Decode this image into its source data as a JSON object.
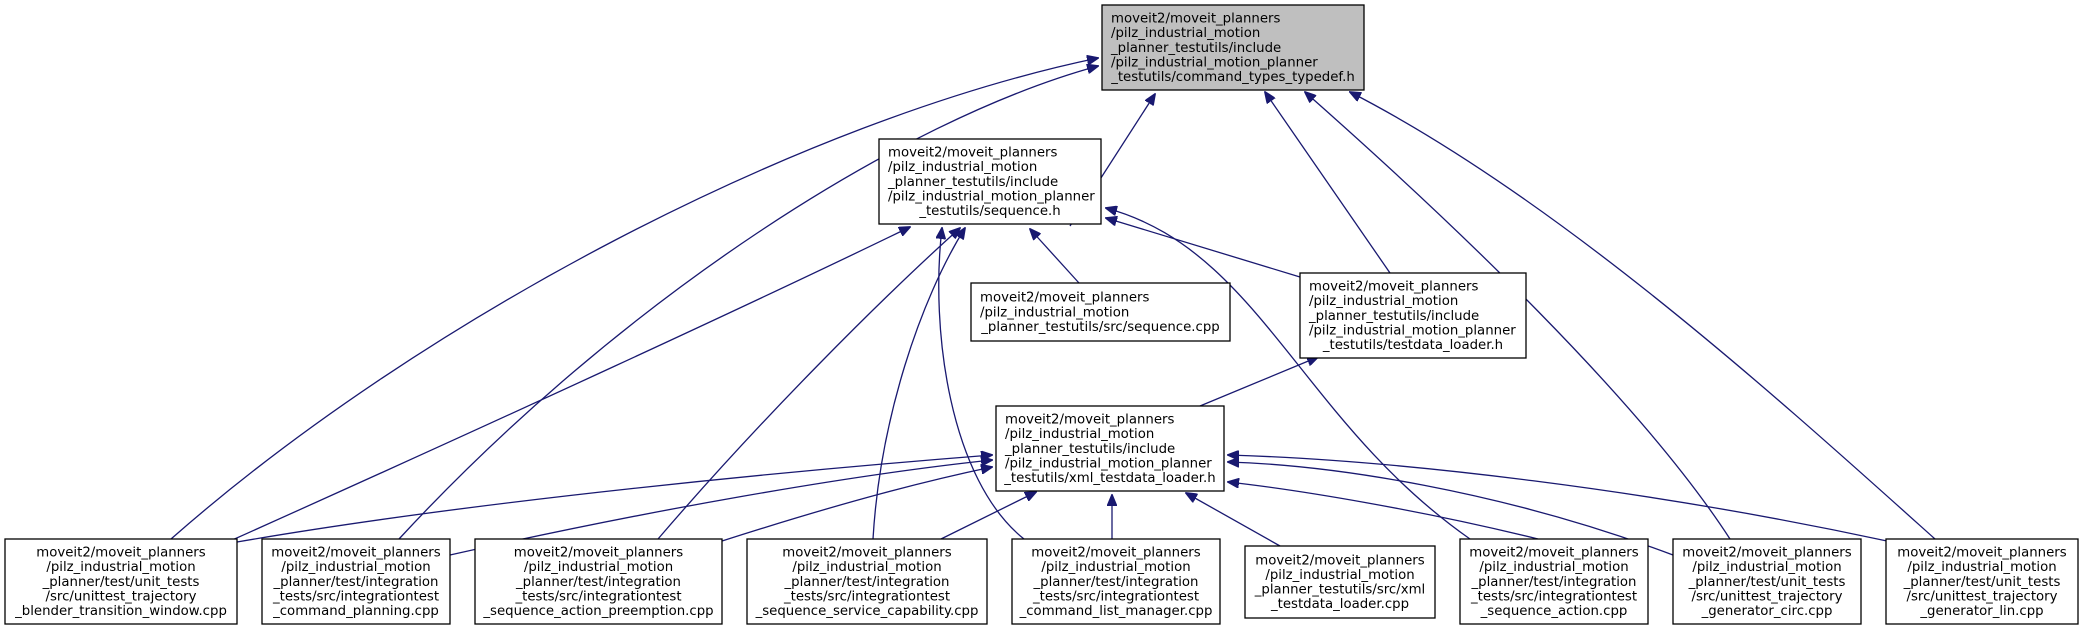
{
  "graph": {
    "colors": {
      "edge": "#191970",
      "node_fill": "#ffffff",
      "focus_fill": "#bfbfbf",
      "border": "#000000"
    },
    "nodes": [
      {
        "id": "n0",
        "focus": true,
        "lines": [
          "moveit2/moveit_planners",
          "/pilz_industrial_motion",
          "_planner_testutils/include",
          "/pilz_industrial_motion_planner",
          "_testutils/command_types_typedef.h"
        ]
      },
      {
        "id": "n1",
        "lines": [
          "moveit2/moveit_planners",
          "/pilz_industrial_motion",
          "_planner_testutils/include",
          "/pilz_industrial_motion_planner",
          "_testutils/sequence.h"
        ]
      },
      {
        "id": "n2",
        "lines": [
          "moveit2/moveit_planners",
          "/pilz_industrial_motion",
          "_planner_testutils/src/sequence.cpp"
        ]
      },
      {
        "id": "n3",
        "lines": [
          "moveit2/moveit_planners",
          "/pilz_industrial_motion",
          "_planner_testutils/include",
          "/pilz_industrial_motion_planner",
          "_testutils/testdata_loader.h"
        ]
      },
      {
        "id": "n4",
        "lines": [
          "moveit2/moveit_planners",
          "/pilz_industrial_motion",
          "_planner_testutils/include",
          "/pilz_industrial_motion_planner",
          "_testutils/xml_testdata_loader.h"
        ]
      },
      {
        "id": "b1",
        "lines": [
          "moveit2/moveit_planners",
          "/pilz_industrial_motion",
          "_planner/test/unit_tests",
          "/src/unittest_trajectory",
          "_blender_transition_window.cpp"
        ]
      },
      {
        "id": "b2",
        "lines": [
          "moveit2/moveit_planners",
          "/pilz_industrial_motion",
          "_planner/test/integration",
          "_tests/src/integrationtest",
          "_command_planning.cpp"
        ]
      },
      {
        "id": "b3",
        "lines": [
          "moveit2/moveit_planners",
          "/pilz_industrial_motion",
          "_planner/test/integration",
          "_tests/src/integrationtest",
          "_sequence_action_preemption.cpp"
        ]
      },
      {
        "id": "b4",
        "lines": [
          "moveit2/moveit_planners",
          "/pilz_industrial_motion",
          "_planner/test/integration",
          "_tests/src/integrationtest",
          "_sequence_service_capability.cpp"
        ]
      },
      {
        "id": "b5",
        "lines": [
          "moveit2/moveit_planners",
          "/pilz_industrial_motion",
          "_planner/test/integration",
          "_tests/src/integrationtest",
          "_command_list_manager.cpp"
        ]
      },
      {
        "id": "b6",
        "lines": [
          "moveit2/moveit_planners",
          "/pilz_industrial_motion",
          "_planner_testutils/src/xml",
          "_testdata_loader.cpp"
        ]
      },
      {
        "id": "b7",
        "lines": [
          "moveit2/moveit_planners",
          "/pilz_industrial_motion",
          "_planner/test/integration",
          "_tests/src/integrationtest",
          "_sequence_action.cpp"
        ]
      },
      {
        "id": "b8",
        "lines": [
          "moveit2/moveit_planners",
          "/pilz_industrial_motion",
          "_planner/test/unit_tests",
          "/src/unittest_trajectory",
          "_generator_circ.cpp"
        ]
      },
      {
        "id": "b9",
        "lines": [
          "moveit2/moveit_planners",
          "/pilz_industrial_motion",
          "_planner/test/unit_tests",
          "/src/unittest_trajectory",
          "_generator_lin.cpp"
        ]
      }
    ],
    "edges": [
      {
        "from": "n0",
        "to": "n1"
      },
      {
        "from": "n0",
        "to": "n3"
      },
      {
        "from": "n0",
        "to": "b1"
      },
      {
        "from": "n0",
        "to": "b2"
      },
      {
        "from": "n0",
        "to": "b8"
      },
      {
        "from": "n0",
        "to": "b9"
      },
      {
        "from": "n1",
        "to": "n2"
      },
      {
        "from": "n1",
        "to": "n3"
      },
      {
        "from": "n1",
        "to": "b1"
      },
      {
        "from": "n1",
        "to": "b3"
      },
      {
        "from": "n1",
        "to": "b4"
      },
      {
        "from": "n1",
        "to": "b5"
      },
      {
        "from": "n1",
        "to": "b7"
      },
      {
        "from": "n3",
        "to": "n4"
      },
      {
        "from": "n4",
        "to": "b1"
      },
      {
        "from": "n4",
        "to": "b2"
      },
      {
        "from": "n4",
        "to": "b3"
      },
      {
        "from": "n4",
        "to": "b4"
      },
      {
        "from": "n4",
        "to": "b5"
      },
      {
        "from": "n4",
        "to": "b6"
      },
      {
        "from": "n4",
        "to": "b7"
      },
      {
        "from": "n4",
        "to": "b8"
      },
      {
        "from": "n4",
        "to": "b9"
      }
    ]
  }
}
